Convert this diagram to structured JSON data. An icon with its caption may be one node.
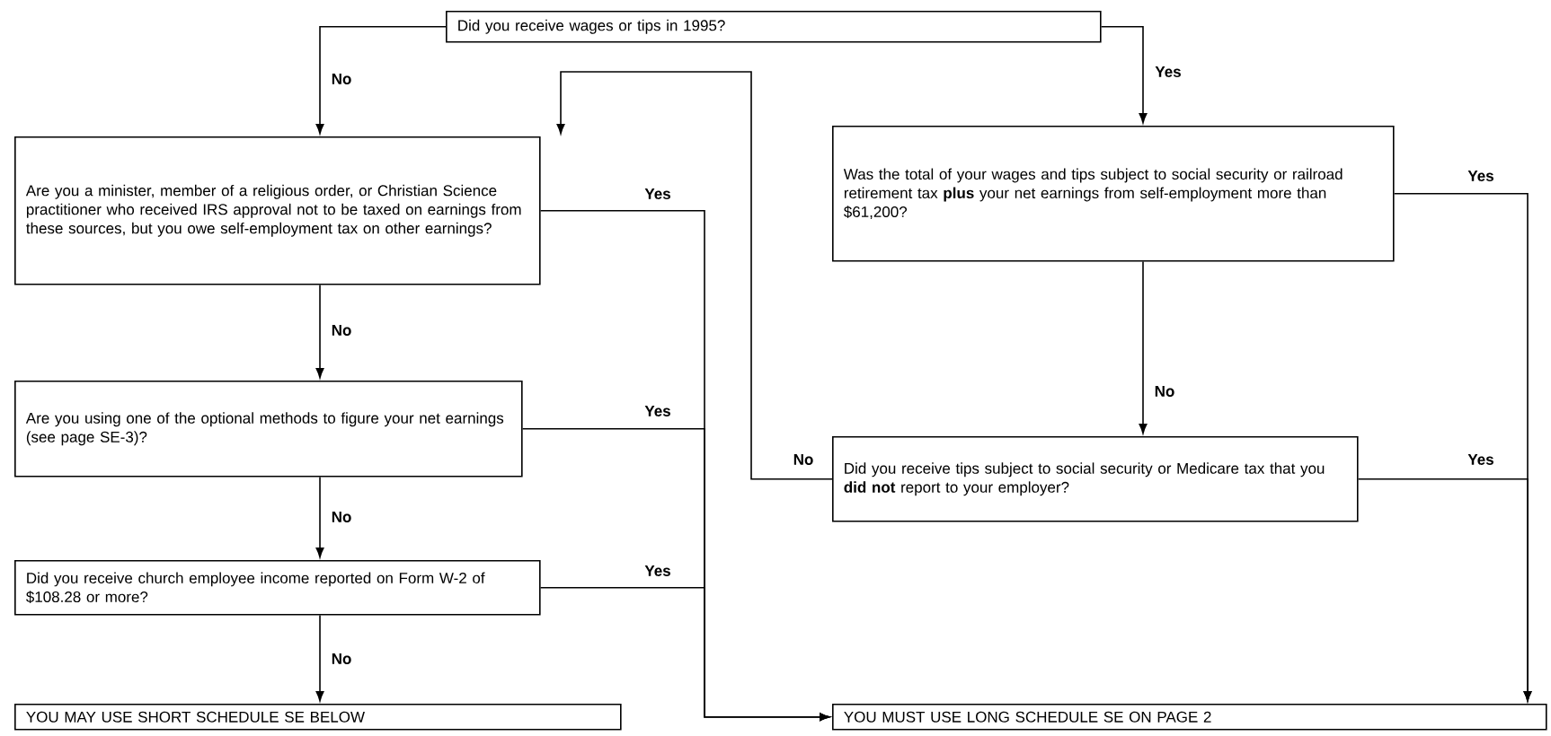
{
  "diagram": {
    "nodes": [
      {
        "text": [
          "Did you receive wages or tips in 1995?"
        ]
      },
      {
        "text": [
          "Are you a minister, member of a religious order, or Christian Science practitioner who received IRS approval not to be taxed on earnings from these sources, but you owe self-employment tax on other earnings?"
        ]
      },
      {
        "text": [
          "Are you using one of the optional methods to figure your net earnings (see page SE-3)?"
        ]
      },
      {
        "text": [
          "Did you receive church employee income reported on Form W-2 of $108.28 or more?"
        ]
      },
      {
        "text": [
          "YOU MAY USE SHORT SCHEDULE SE BELOW"
        ]
      },
      {
        "text": [
          "Was the total of your wages and tips subject to social security or railroad retirement tax **plus** your net earnings from self-employment more than $61,200?"
        ]
      },
      {
        "text": [
          "Did you receive tips subject to social security or Medicare tax that you **did not** report to your employer?"
        ]
      },
      {
        "text": [
          "YOU MUST USE LONG SCHEDULE SE ON PAGE 2"
        ]
      }
    ],
    "edges": [
      {
        "from": 0,
        "to": 1,
        "arrow": "to",
        "label": "No"
      },
      {
        "from": 0,
        "to": 5,
        "arrow": "to",
        "label": "Yes"
      },
      {
        "from": 1,
        "to": 2,
        "arrow": "to",
        "label": "No"
      },
      {
        "from": 2,
        "to": 3,
        "arrow": "to",
        "label": "No"
      },
      {
        "from": 3,
        "to": 4,
        "arrow": "to",
        "label": "No"
      },
      {
        "from": 1,
        "to": 7,
        "arrow": "to",
        "label": "Yes"
      },
      {
        "from": 2,
        "to": 7,
        "arrow": "to",
        "label": "Yes"
      },
      {
        "from": 3,
        "to": 7,
        "arrow": "to",
        "label": "Yes"
      },
      {
        "from": 5,
        "to": 6,
        "arrow": "to",
        "label": "No"
      },
      {
        "from": 5,
        "to": 7,
        "arrow": "to",
        "label": "Yes"
      },
      {
        "from": 6,
        "to": 7,
        "arrow": "to",
        "label": "Yes"
      },
      {
        "from": 6,
        "to": 1,
        "arrow": "to",
        "label": "No"
      }
    ]
  }
}
